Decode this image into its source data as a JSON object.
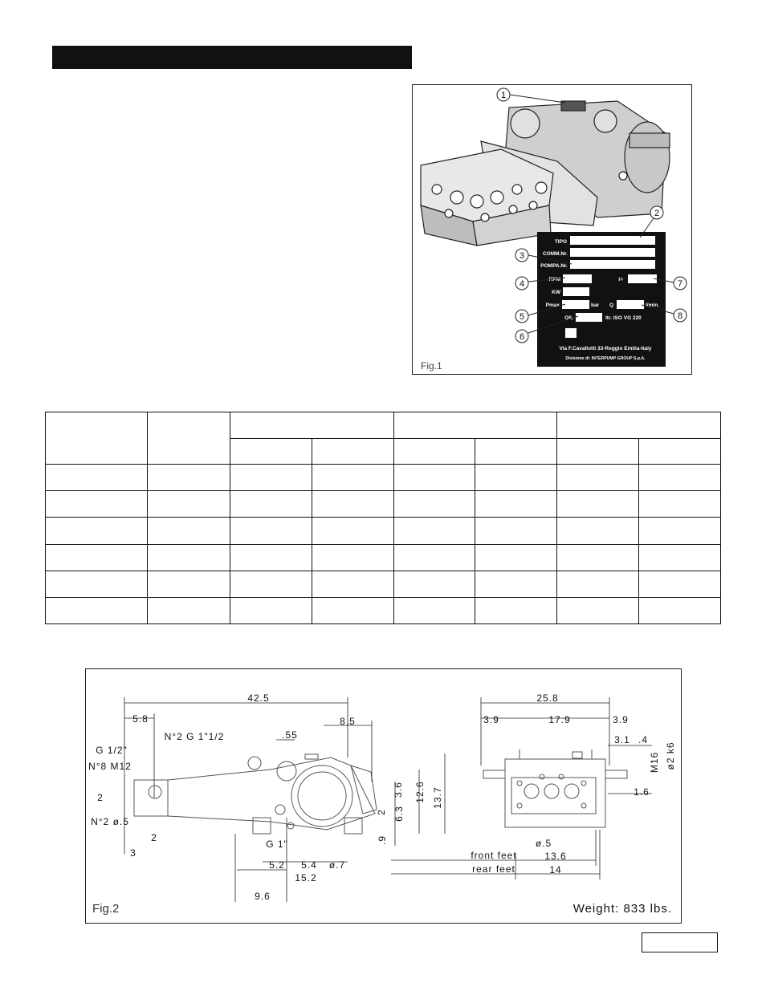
{
  "fig1": {
    "caption": "Fig.1",
    "callouts": [
      "1",
      "2",
      "3",
      "4",
      "5",
      "6",
      "7",
      "8"
    ],
    "plate": {
      "tipo": "TIPO",
      "comm": "COMM.Nr.",
      "pompa": "POMPA.Nr.",
      "rpm": "RPM",
      "ratio": "i=",
      "kw": "KW",
      "pmax": "Pmax",
      "bar": "bar",
      "q": "Q",
      "lmin": "l/min.",
      "oil": "OIL",
      "oil_spec": "ltr.  ISO   VG  220",
      "address": "Via F.Cavallotti 33-Reggio Emilia-Italy",
      "division": "Divisione di: INTERPUMP GROUP S.p.A."
    }
  },
  "table": {
    "rows": 7,
    "columns": 8
  },
  "fig2": {
    "caption": "Fig.2",
    "weight": "Weight: 833 lbs.",
    "dims": {
      "d425": "42.5",
      "d58": "5.8",
      "d85": "8.5",
      "d055": ".55",
      "g12": "G 1/2\"",
      "n2g": "N°2 G 1\"1/2",
      "n8m12": "N°8 M12",
      "d2a": "2",
      "n2o5": "N°2 ø.5",
      "d2b": "2",
      "d3": "3",
      "g1": "G 1\"",
      "d52": "5.2",
      "d54": "5.4",
      "o7": "ø.7",
      "d152": "15.2",
      "d96": "9.6",
      "d36": "3.6",
      "d63": "6.3",
      "d2c": "2",
      "d09": ".9",
      "d126": "12.6",
      "d137": "13.7",
      "d258": "25.8",
      "d39a": "3.9",
      "d179": "17.9",
      "d39b": "3.9",
      "d31": "3.1",
      "d04": ".4",
      "m16": "M16",
      "o2k6": "ø2  k6",
      "d16": "1.6",
      "o05": "ø.5",
      "front_feet": "front feet",
      "d136": "13.6",
      "rear_feet": "rear feet",
      "d14": "14"
    }
  }
}
